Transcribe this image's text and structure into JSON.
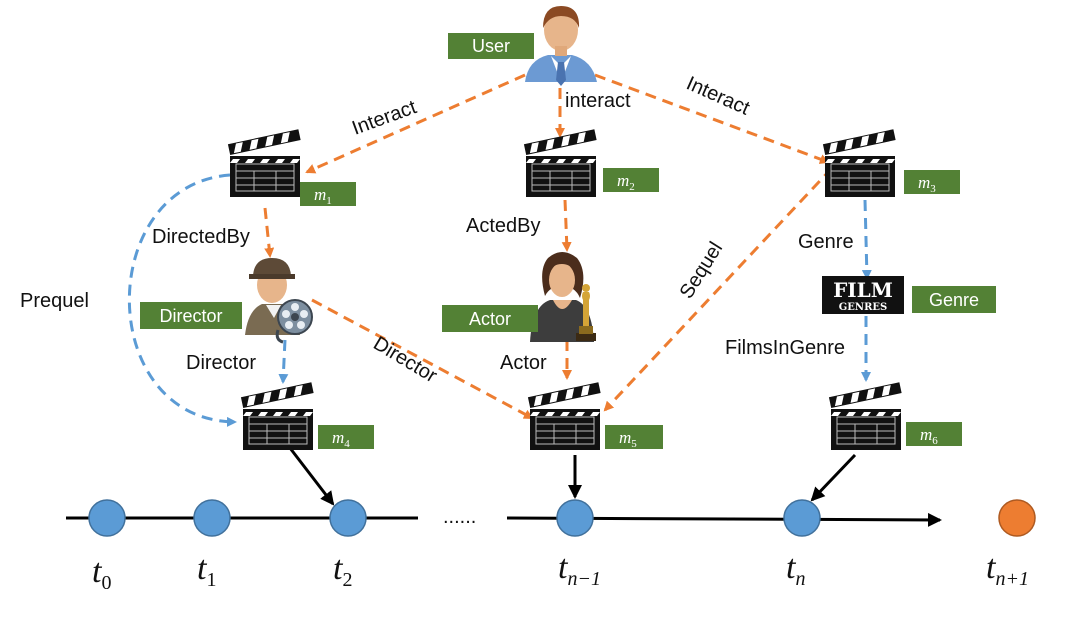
{
  "nodes": {
    "user": "User",
    "director": "Director",
    "actor": "Actor",
    "genre": "Genre"
  },
  "movies": [
    {
      "id": "m1",
      "base": "m",
      "sub": "1"
    },
    {
      "id": "m2",
      "base": "m",
      "sub": "2"
    },
    {
      "id": "m3",
      "base": "m",
      "sub": "3"
    },
    {
      "id": "m4",
      "base": "m",
      "sub": "4"
    },
    {
      "id": "m5",
      "base": "m",
      "sub": "5"
    },
    {
      "id": "m6",
      "base": "m",
      "sub": "6"
    }
  ],
  "edges": {
    "interact_left": "Interact",
    "interact_center": "interact",
    "interact_right": "Interact",
    "directed_by": "DirectedBy",
    "acted_by": "ActedBy",
    "genre_edge": "Genre",
    "prequel": "Prequel",
    "director_down": "Director",
    "director_diag": "Director",
    "actor_down": "Actor",
    "sequel": "Sequel",
    "films_in_genre": "FilmsInGenre"
  },
  "film_logo": {
    "line1": "FILM",
    "line2": "GENRES"
  },
  "timeline": {
    "ellipsis": "......",
    "ticks": [
      {
        "base": "t",
        "sub": "0"
      },
      {
        "base": "t",
        "sub": "1"
      },
      {
        "base": "t",
        "sub": "2"
      },
      {
        "base": "t",
        "sub": "n−1"
      },
      {
        "base": "t",
        "sub": "n"
      },
      {
        "base": "t",
        "sub": "n+1"
      }
    ]
  },
  "colors": {
    "tag_green": "#538135",
    "orange": "#ED7D31",
    "blue": "#5B9BD5",
    "node_blue": "#5B9BD5",
    "node_orange": "#ED7D31"
  }
}
